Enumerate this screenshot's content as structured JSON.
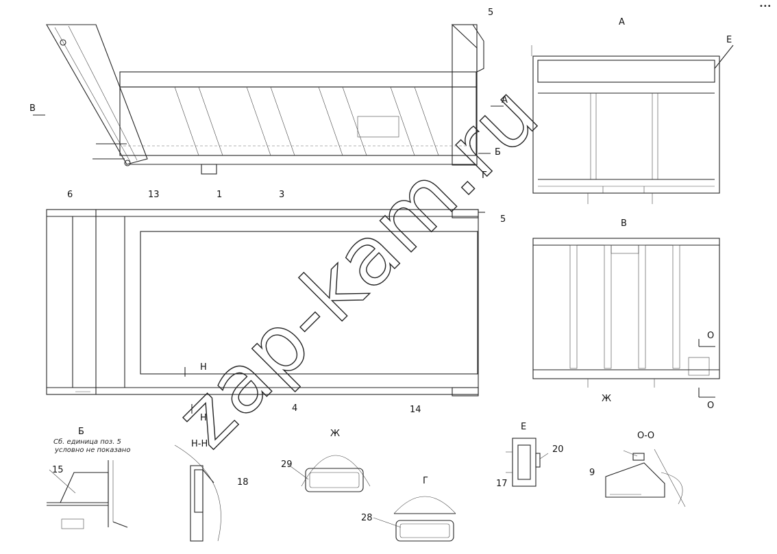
{
  "labels": {
    "A": "А",
    "B": "Б",
    "V": "В",
    "G": "Г",
    "E": "Е",
    "Zh": "Ж",
    "O": "О",
    "OO": "О-О",
    "N": "Н",
    "NN": "Н-Н"
  },
  "positions": {
    "p1": "1",
    "p3": "3",
    "p4": "4",
    "p5": "5",
    "p6": "6",
    "p9": "9",
    "p13": "13",
    "p14": "14",
    "p15": "15",
    "p17": "17",
    "p18": "18",
    "p20": "20",
    "p28": "28",
    "p29": "29"
  },
  "notes": {
    "b_line1": "Сб. единица поз. 5",
    "b_line2": "условно не показано"
  },
  "watermark": "zap-kam.ru",
  "corner_mark": "•••"
}
